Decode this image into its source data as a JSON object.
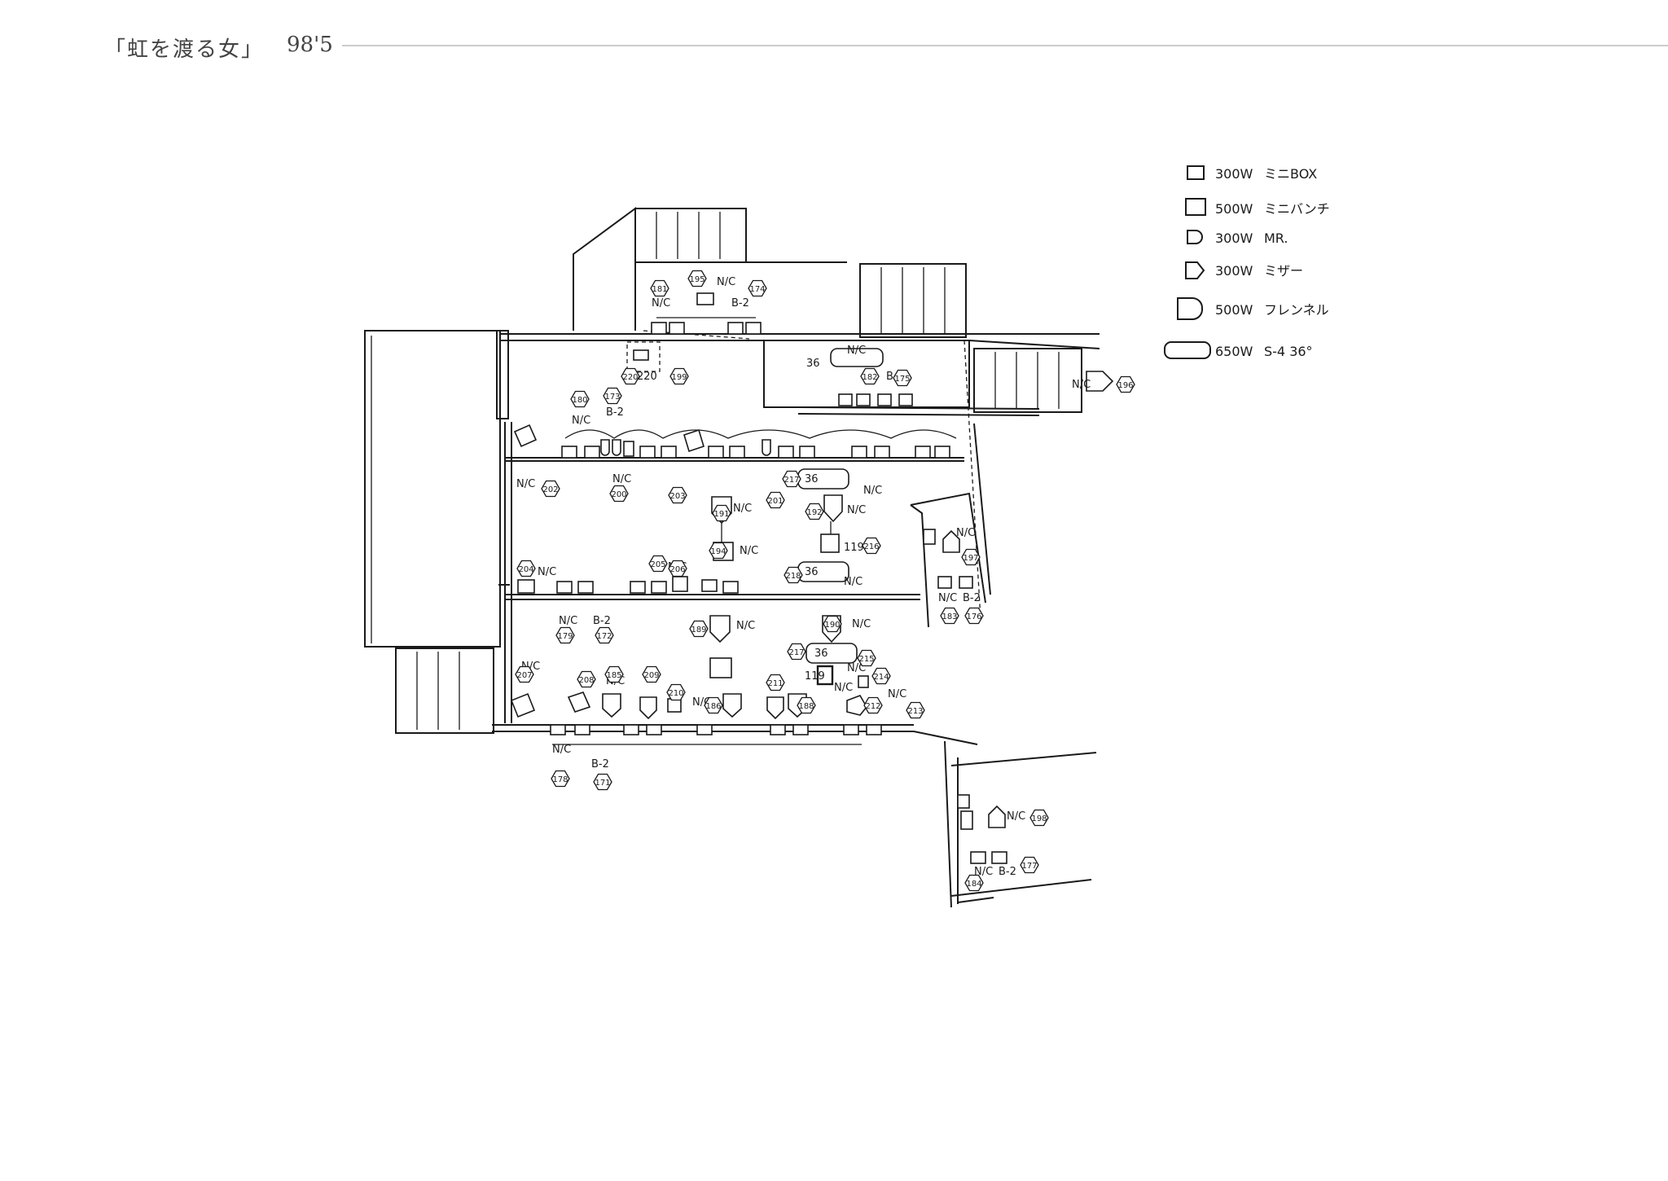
{
  "header": {
    "title": "「虹を渡る女」",
    "date": "98'5"
  },
  "legend": [
    {
      "shape": "square-small",
      "wattage": "300W",
      "name": "ミニBOX"
    },
    {
      "shape": "square-large",
      "wattage": "500W",
      "name": "ミニバンチ"
    },
    {
      "shape": "d-small",
      "wattage": "300W",
      "name": "MR."
    },
    {
      "shape": "d-pointed",
      "wattage": "300W",
      "name": "ミザー"
    },
    {
      "shape": "d-large",
      "wattage": "500W",
      "name": "フレンネル"
    },
    {
      "shape": "capsule",
      "wattage": "650W",
      "name": "S-4 36°"
    }
  ],
  "annotations": {
    "nc": "N/C",
    "b2": "B-2",
    "number_36": "36",
    "number_119": "119",
    "number_220": "220"
  },
  "circuits": [
    "181",
    "195",
    "174",
    "220",
    "199",
    "182",
    "175",
    "196",
    "180",
    "173",
    "202",
    "200",
    "203",
    "217",
    "201",
    "191",
    "192",
    "194",
    "216",
    "218",
    "205",
    "204",
    "206",
    "179",
    "172",
    "190",
    "189",
    "217",
    "215",
    "197",
    "183",
    "176",
    "207",
    "208",
    "185",
    "209",
    "210",
    "186",
    "211",
    "188",
    "212",
    "214",
    "213",
    "178",
    "171",
    "198",
    "177",
    "184"
  ]
}
